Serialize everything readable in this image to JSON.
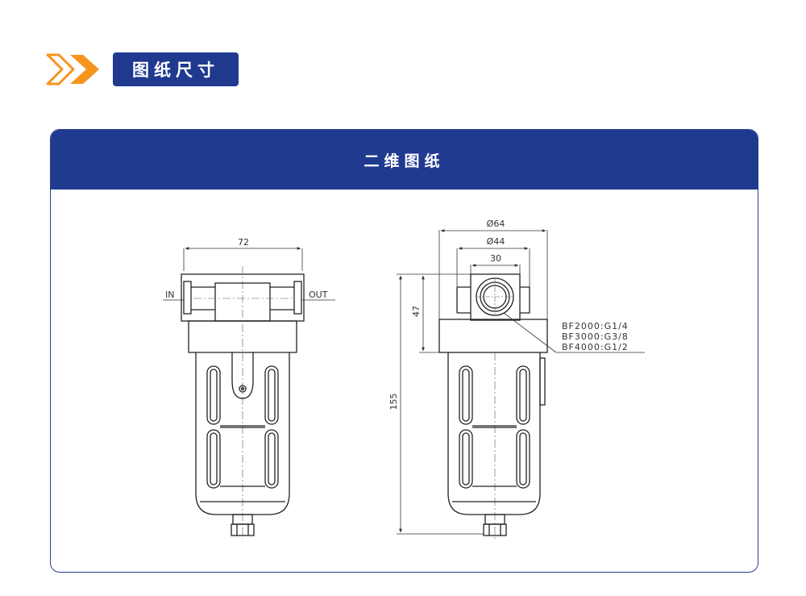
{
  "section_title": "图纸尺寸",
  "card_title": "二维图纸",
  "colors": {
    "accent": "#1f3a8f",
    "arrow": "#f7941d"
  },
  "drawing": {
    "front": {
      "width_dim": "72",
      "inlet": "IN",
      "outlet": "OUT"
    },
    "side": {
      "dia_outer": "Ø64",
      "dia_inner": "Ø44",
      "port_width": "30",
      "head_height": "47",
      "total_height": "155",
      "models": [
        "BF2000:G1/4",
        "BF3000:G3/8",
        "BF4000:G1/2"
      ]
    }
  }
}
